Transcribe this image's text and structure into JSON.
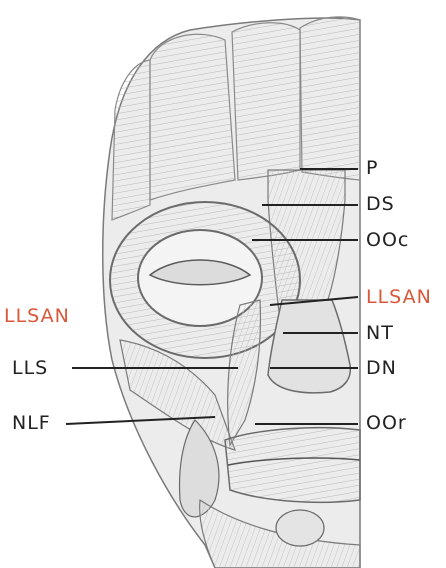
{
  "colors": {
    "label_dark": "#222222",
    "label_accent": "#d9573a",
    "sketch_stroke": "#6b6b6b",
    "sketch_fill": "#e8e8e8"
  },
  "labels": {
    "p": "P",
    "ds": "DS",
    "ooc": "OOc",
    "llsan_right": "LLSAN",
    "nt": "NT",
    "dn": "DN",
    "oor": "OOr",
    "llsan_left": "LLSAN",
    "lls": "LLS",
    "nlf": "NLF"
  }
}
